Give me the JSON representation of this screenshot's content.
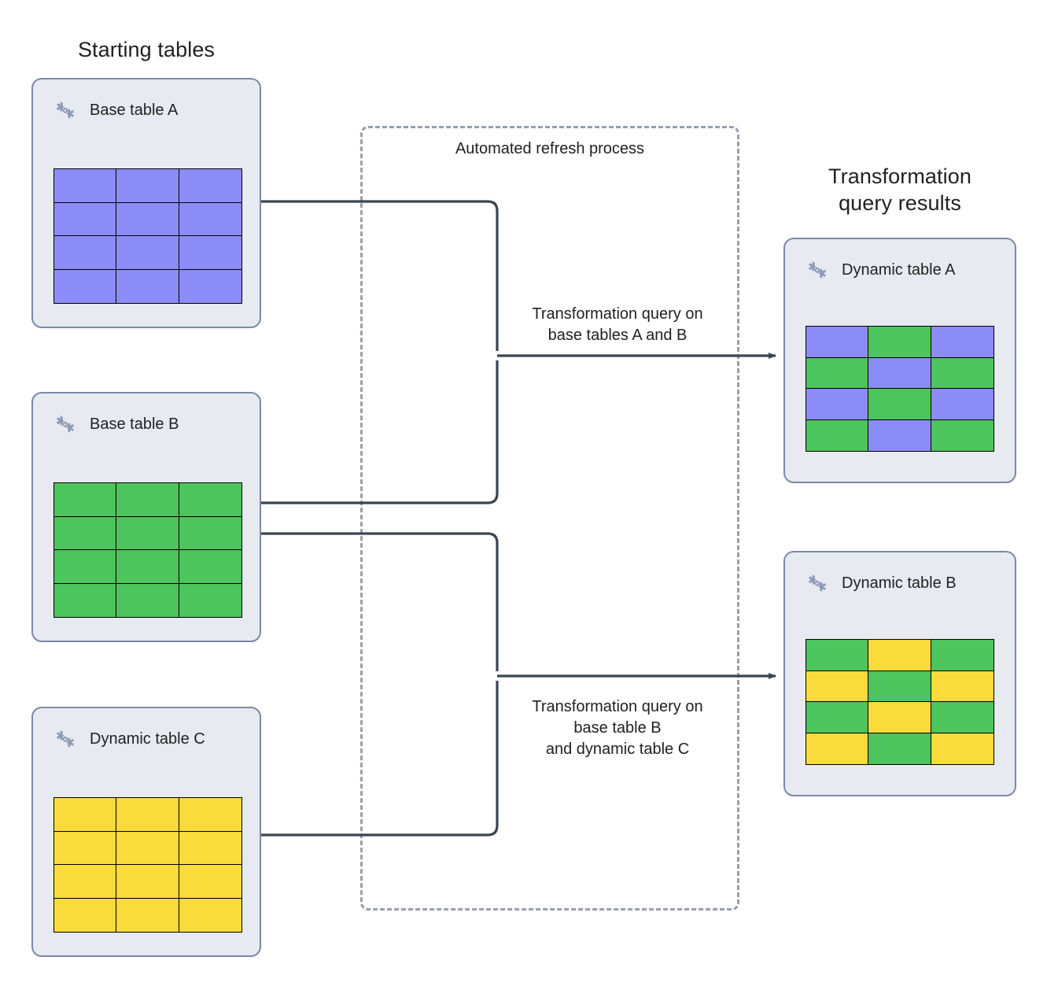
{
  "headings": {
    "starting_tables": "Starting tables",
    "transformation_results": "Transformation\nquery results"
  },
  "process_boundary": {
    "label": "Automated refresh process",
    "style": "dashed",
    "border_color": "#97a0ac"
  },
  "colors": {
    "purple": "#8c8cf8",
    "green": "#4ec45c",
    "yellow": "#fadb3c",
    "card_background": "#e7eaf0",
    "card_border": "#7b89a6",
    "connector": "#3c4450",
    "icon": "#8b9ab5",
    "text": "#202124"
  },
  "icons": {
    "snowflake": "snowflake-icon"
  },
  "cards": [
    {
      "id": "base-a",
      "title": "Base table A",
      "icon": "snowflake-icon",
      "group": "starting",
      "grid": {
        "rows": 4,
        "cols": 3,
        "cells": [
          [
            "purple",
            "purple",
            "purple"
          ],
          [
            "purple",
            "purple",
            "purple"
          ],
          [
            "purple",
            "purple",
            "purple"
          ],
          [
            "purple",
            "purple",
            "purple"
          ]
        ]
      }
    },
    {
      "id": "base-b",
      "title": "Base table B",
      "icon": "snowflake-icon",
      "group": "starting",
      "grid": {
        "rows": 4,
        "cols": 3,
        "cells": [
          [
            "green",
            "green",
            "green"
          ],
          [
            "green",
            "green",
            "green"
          ],
          [
            "green",
            "green",
            "green"
          ],
          [
            "green",
            "green",
            "green"
          ]
        ]
      }
    },
    {
      "id": "dynamic-c",
      "title": "Dynamic table C",
      "icon": "snowflake-icon",
      "group": "starting",
      "grid": {
        "rows": 4,
        "cols": 3,
        "cells": [
          [
            "yellow",
            "yellow",
            "yellow"
          ],
          [
            "yellow",
            "yellow",
            "yellow"
          ],
          [
            "yellow",
            "yellow",
            "yellow"
          ],
          [
            "yellow",
            "yellow",
            "yellow"
          ]
        ]
      }
    },
    {
      "id": "dynamic-a",
      "title": "Dynamic table A",
      "icon": "snowflake-icon",
      "group": "results",
      "grid": {
        "rows": 4,
        "cols": 3,
        "cells": [
          [
            "purple",
            "green",
            "purple"
          ],
          [
            "green",
            "purple",
            "green"
          ],
          [
            "purple",
            "green",
            "purple"
          ],
          [
            "green",
            "purple",
            "green"
          ]
        ]
      }
    },
    {
      "id": "dynamic-b",
      "title": "Dynamic table B",
      "icon": "snowflake-icon",
      "group": "results",
      "grid": {
        "rows": 4,
        "cols": 3,
        "cells": [
          [
            "green",
            "yellow",
            "green"
          ],
          [
            "yellow",
            "green",
            "yellow"
          ],
          [
            "green",
            "yellow",
            "green"
          ],
          [
            "yellow",
            "green",
            "yellow"
          ]
        ]
      }
    }
  ],
  "edges": [
    {
      "id": "edge-a",
      "label": "Transformation query on\nbase tables A and B",
      "sources": [
        "base-a",
        "base-b"
      ],
      "target": "dynamic-a"
    },
    {
      "id": "edge-b",
      "label": "Transformation query on\nbase table B\nand dynamic table C",
      "sources": [
        "base-b",
        "dynamic-c"
      ],
      "target": "dynamic-b"
    }
  ]
}
